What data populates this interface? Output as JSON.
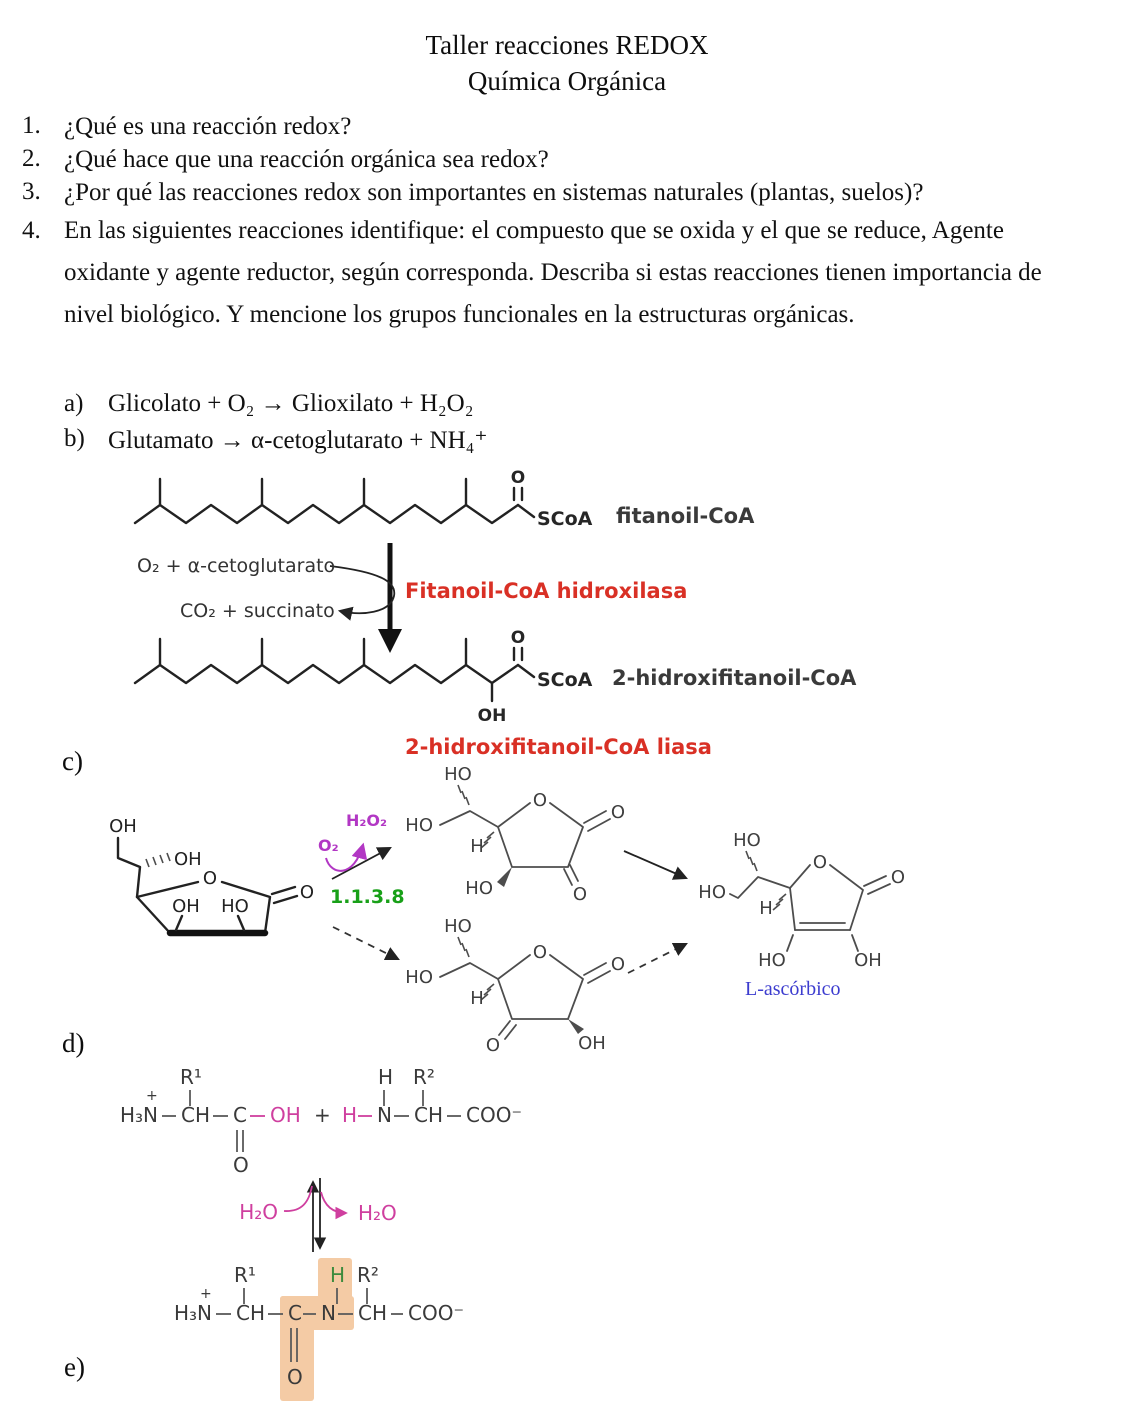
{
  "title": {
    "line1": "Taller reacciones REDOX",
    "line2": "Química Orgánica"
  },
  "questions": [
    {
      "num": "1.",
      "text": "¿Qué es una reacción redox?"
    },
    {
      "num": "2.",
      "text": "¿Qué hace que una reacción orgánica sea redox?"
    },
    {
      "num": "3.",
      "text": "¿Por qué las reacciones redox son importantes en sistemas naturales (plantas, suelos)?"
    },
    {
      "num": "4.",
      "text": "En las siguientes reacciones identifique: el compuesto que se oxida y el que se reduce, Agente oxidante y agente reductor, según corresponda. Describa si estas reacciones tienen importancia de nivel biológico. Y mencione los grupos funcionales en la estructuras orgánicas."
    }
  ],
  "reactions": [
    {
      "label": "a)",
      "text": "Glicolato + O₂ → Glioxilato + H₂O₂"
    },
    {
      "label": "b)",
      "text": "Glutamato → α-cetoglutarato + NH₄⁺"
    }
  ],
  "diagram1": {
    "o": "O",
    "scoa": "SCoA",
    "oh": "OH",
    "substrate": "fitanoil-CoA",
    "product": "2-hidroxifitanoil-CoA",
    "in": "O₂ + α-cetoglutarato",
    "out": "CO₂ + succinato",
    "enzyme1": "Fitanoil-CoA hidroxilasa",
    "enzyme2": "2-hidroxifitanoil-CoA liasa"
  },
  "sectionC": {
    "label": "c)",
    "o2": "O₂",
    "h2o2": "H₂O₂",
    "ec": "1.1.3.8",
    "product": "L-ascórbico",
    "ho": "HO",
    "oh": "OH",
    "h": "H",
    "o": "O"
  },
  "sectionD": {
    "label": "d)",
    "r1": "R¹",
    "r2": "R²",
    "h3n": "H₃N",
    "plus": "+",
    "ch": "CH",
    "c": "C",
    "oh": "OH",
    "h": "H",
    "n": "N",
    "coo": "COO⁻",
    "o": "O",
    "h2o": "H₂O"
  },
  "sectionE": {
    "label": "e)"
  },
  "colors": {
    "enzyme_red": "#d93025",
    "ec_green": "#18a018",
    "o2_purple": "#b237c4",
    "ascorbic_blue": "#3c3ccf",
    "leaving_pink": "#cf3f9f",
    "amide_h_green": "#3d8b3d",
    "peptide_highlight": "#f4cba5"
  }
}
